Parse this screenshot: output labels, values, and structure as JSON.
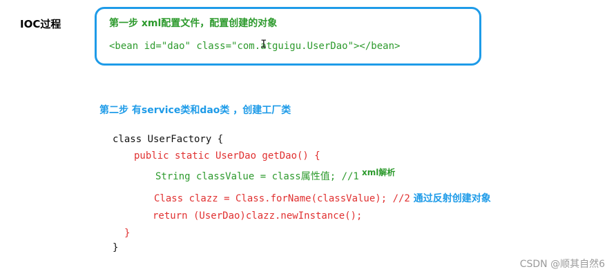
{
  "title": "IOC过程",
  "step1": {
    "heading": "第一步 xml配置文件，配置创建的对象",
    "code": "<bean id=\"dao\" class=\"com.atguigu.UserDao\"></bean>"
  },
  "cursor_char": "I",
  "step2": {
    "heading": "第二步 有service类和dao类 ，创建工厂类"
  },
  "code": {
    "line1": "class UserFactory {",
    "line2": "public static UserDao getDao() {",
    "line3_code": "String classValue = class属性值; //1",
    "line3_comment": " xml解析",
    "line4_code": "Class clazz = Class.forName(classValue); //2",
    "line4_comment": " 通过反射创建对象",
    "line5": "return (UserDao)clazz.newInstance();",
    "line6": "}",
    "line7": "}"
  },
  "watermark": "CSDN @顺其自然6",
  "colors": {
    "green": "#2d9a2d",
    "blue": "#1e9be8",
    "red": "#e03030",
    "black": "#111111"
  }
}
